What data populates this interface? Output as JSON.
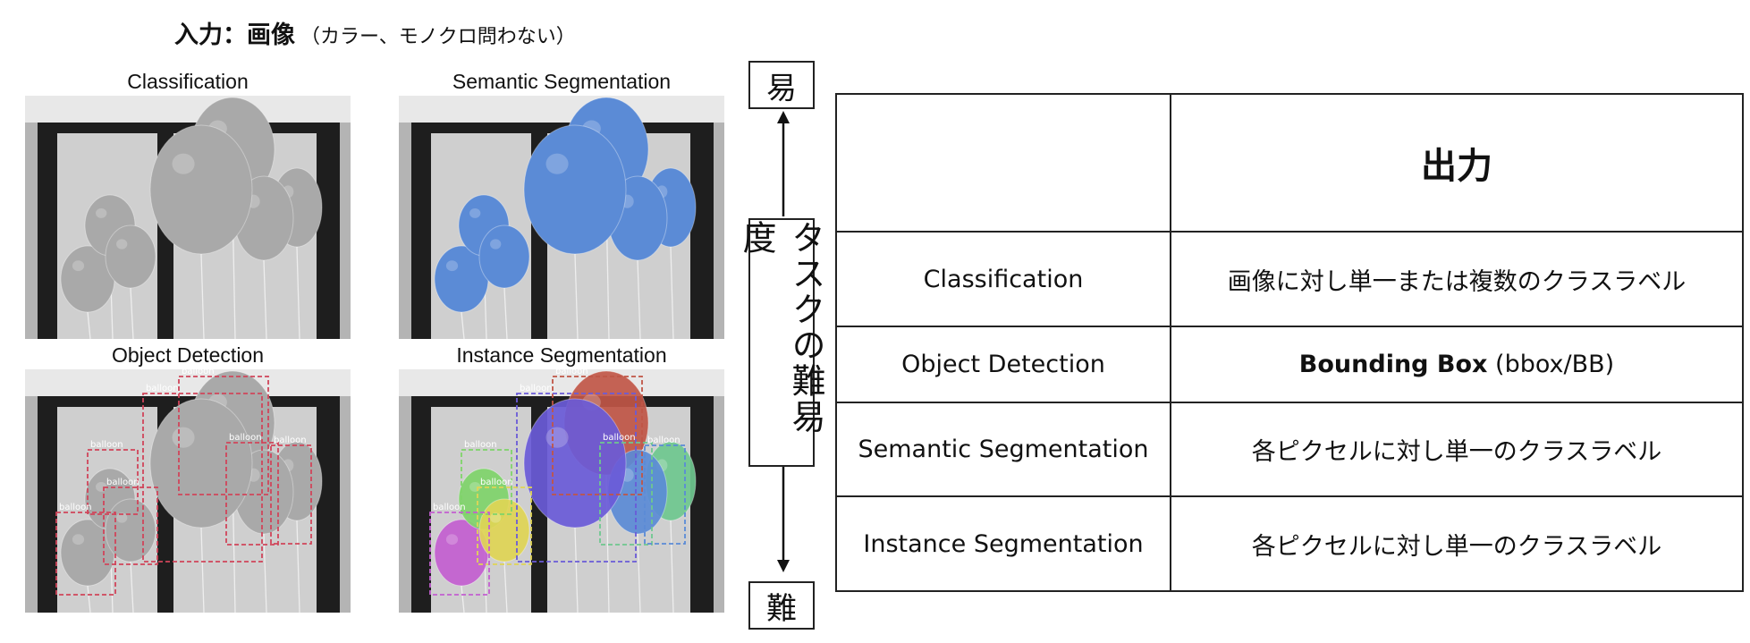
{
  "input": {
    "heading_bold": "入力：画像",
    "heading_paren": "（カラー、モノクロ問わない）"
  },
  "panels": [
    {
      "title": "Classification"
    },
    {
      "title": "Semantic Segmentation"
    },
    {
      "title": "Object Detection"
    },
    {
      "title": "Instance Segmentation"
    }
  ],
  "detection_label": "balloon",
  "difficulty": {
    "easy": "易",
    "hard": "難",
    "axis_label": "タスクの難易度"
  },
  "table": {
    "header": "出力",
    "rows": [
      {
        "task": "Classification",
        "output": "画像に対し単一または複数のクラスラベル"
      },
      {
        "task": "Object Detection",
        "output_bold": "Bounding Box",
        "output_rest": " (bbox/BB)"
      },
      {
        "task": "Semantic Segmentation",
        "output": "各ピクセルに対し単一のクラスラベル"
      },
      {
        "task": "Instance Segmentation",
        "output": "各ピクセルに対し単一のクラスラベル"
      }
    ]
  },
  "colors": {
    "semantic": "#5b8bd6",
    "instance": [
      "#c05646",
      "#6a5bd8",
      "#7fd46a",
      "#e0d555",
      "#c35ed0",
      "#6fc88f",
      "#5b8bd6"
    ],
    "bbox": "#d0455a"
  }
}
